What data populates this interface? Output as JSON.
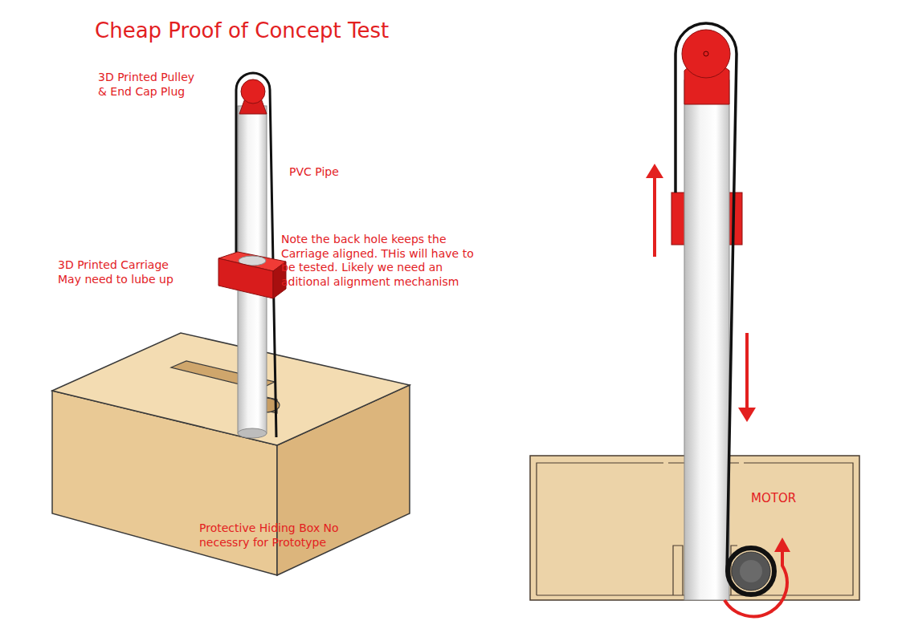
{
  "diagram": {
    "title": "Cheap Proof of Concept Test",
    "labels": [
      "3D Printed Pulley & End Cap Plug",
      "PVC Pipe",
      "3D Printed Carriage May need to lube up",
      "Note the back hole keeps the Carriage aligned. THis will have to be tested. Likely we need an aditional alignment mechanism",
      "Protective Hiding Box No necessry for Prototype",
      "MOTOR"
    ]
  }
}
